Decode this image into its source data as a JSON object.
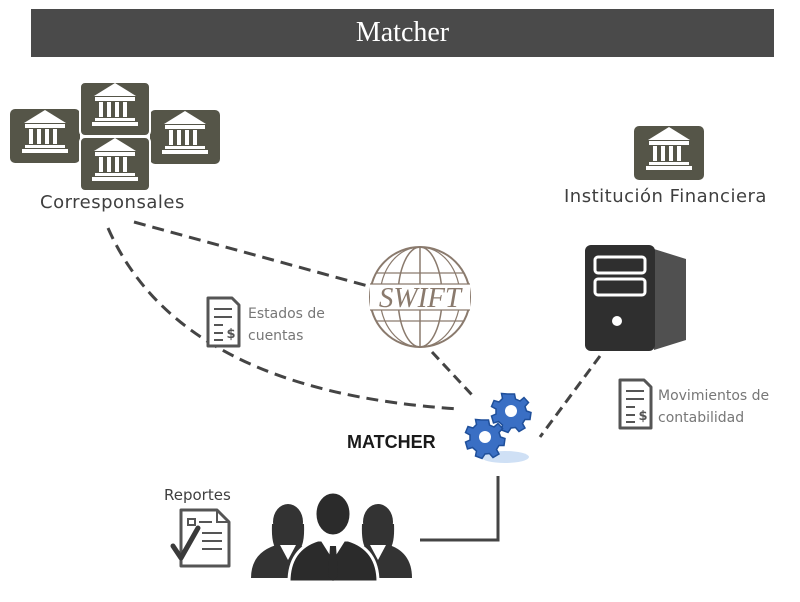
{
  "title": "Matcher",
  "nodes": {
    "corresponsales": "Corresponsales",
    "institucion": "Institución Financiera",
    "swift": "SWIFT",
    "matcher": "MATCHER",
    "reportes": "Reportes"
  },
  "documents": {
    "estados": [
      "Estados de",
      "cuentas"
    ],
    "movimientos": [
      "Movimientos de",
      "contabilidad"
    ]
  },
  "colors": {
    "title_bar": "#4a4a4a",
    "bank_tile": "#555548",
    "gear": "#3a6fc4",
    "server": "#2f2f2f",
    "people": "#333333"
  },
  "icons": [
    "bank-icon",
    "swift-globe-icon",
    "server-icon",
    "gears-icon",
    "document-icon",
    "report-icon",
    "people-icon"
  ]
}
